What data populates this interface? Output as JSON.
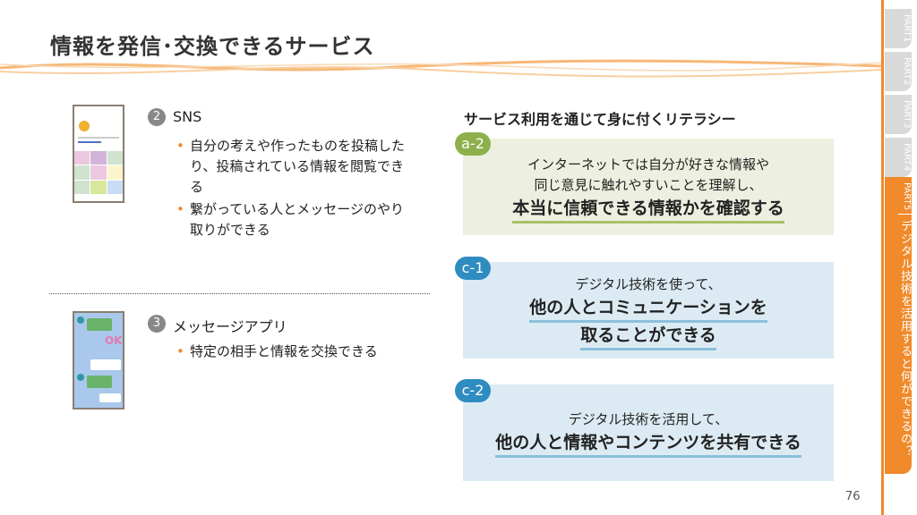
{
  "title": "情報を発信･交換できるサービス",
  "side_tabs": [
    {
      "label": "PART",
      "num": "1"
    },
    {
      "label": "PART",
      "num": "2"
    },
    {
      "label": "PART",
      "num": "3"
    },
    {
      "label": "PART",
      "num": "4"
    },
    {
      "label": "PART",
      "num": "5",
      "text": "デジタル技術を活用すると何ができるの？"
    }
  ],
  "left": {
    "sns": {
      "num": "2",
      "heading": "SNS",
      "bullets": [
        "自分の考えや作ったものを投稿したり、投稿されている情報を閲覧できる",
        "繋がっている人とメッセージのやり取りができる"
      ]
    },
    "msg": {
      "num": "3",
      "heading": "メッセージアプリ",
      "bullets": [
        "特定の相手と情報を交換できる"
      ],
      "ok": "OK"
    }
  },
  "right": {
    "title": "サービス利用を通じて身に付くリテラシー",
    "panels": [
      {
        "badge": "a-2",
        "lines": [
          "インターネットでは自分が好きな情報や",
          "同じ意見に触れやすいことを理解し、"
        ],
        "bold": [
          "本当に信頼できる情報かを確認する"
        ]
      },
      {
        "badge": "c-1",
        "lines": [
          "デジタル技術を使って、"
        ],
        "bold": [
          "他の人とコミュニケーションを",
          "取ることができる"
        ]
      },
      {
        "badge": "c-2",
        "lines": [
          "デジタル技術を活用して、"
        ],
        "bold": [
          "他の人と情報やコンテンツを共有できる"
        ]
      }
    ]
  },
  "colors": {
    "accent": "#f08a2a",
    "green": "#8db04c",
    "blue": "#2f8cc0"
  },
  "page_number": "76"
}
